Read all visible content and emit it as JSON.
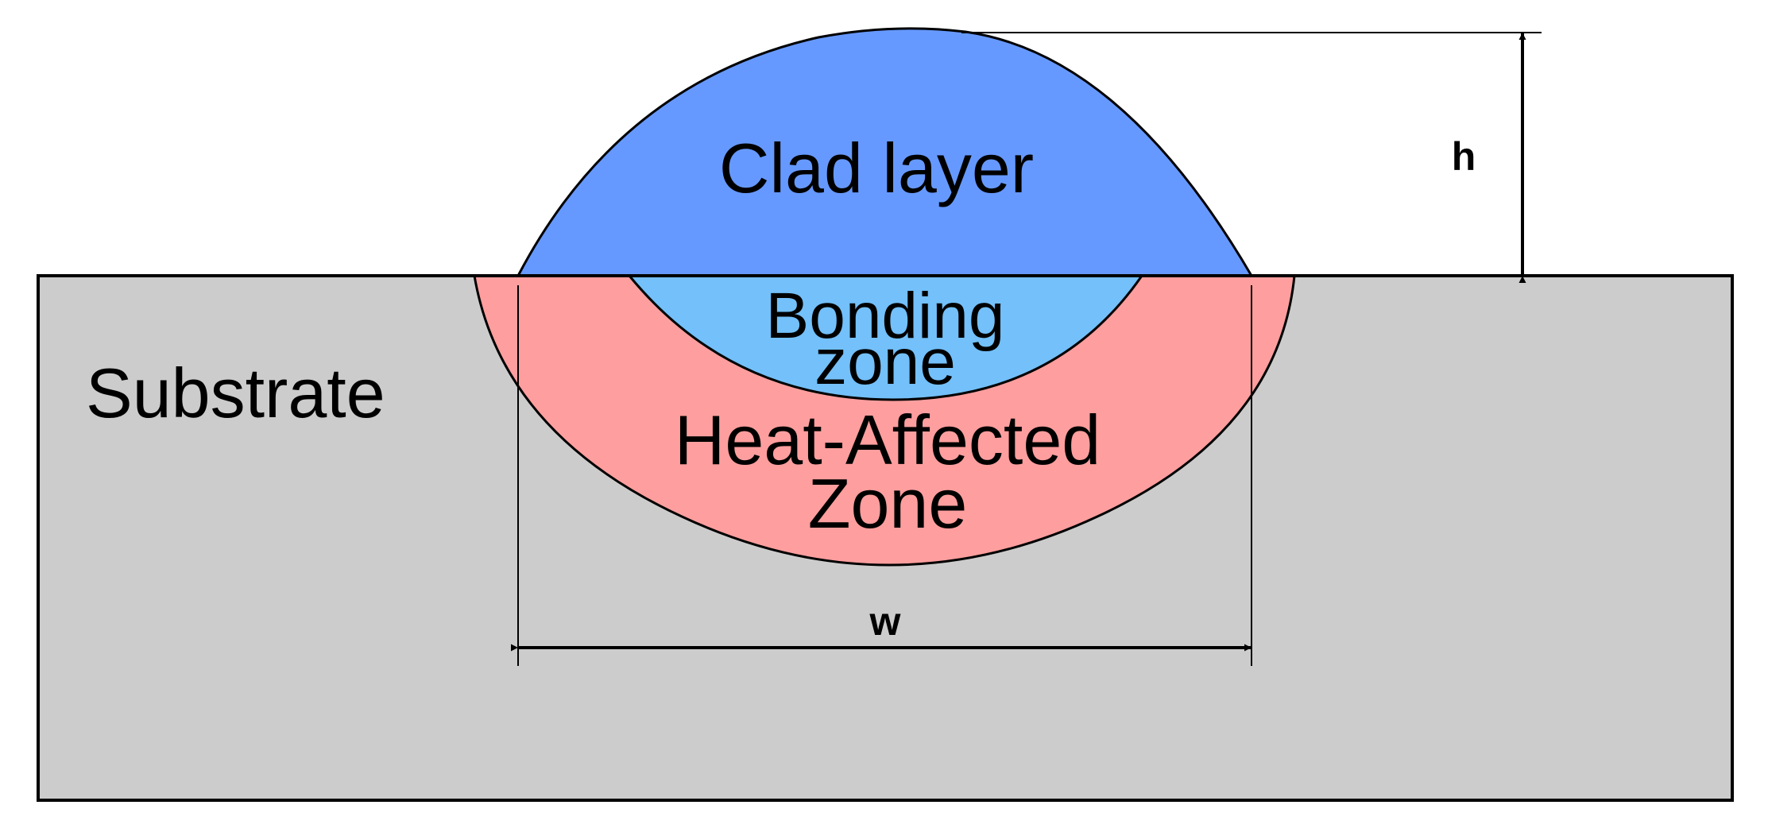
{
  "labels": {
    "clad": "Clad layer",
    "bonding_line1": "Bonding",
    "bonding_line2": "zone",
    "haz_line1": "Heat-Affected",
    "haz_line2": "Zone",
    "substrate": "Substrate",
    "height": "h",
    "width": "w"
  },
  "colors": {
    "substrate": "#cccccc",
    "clad": "#6699ff",
    "bonding": "#73c0fa",
    "haz": "#ff9e9e",
    "outline": "#000000"
  }
}
